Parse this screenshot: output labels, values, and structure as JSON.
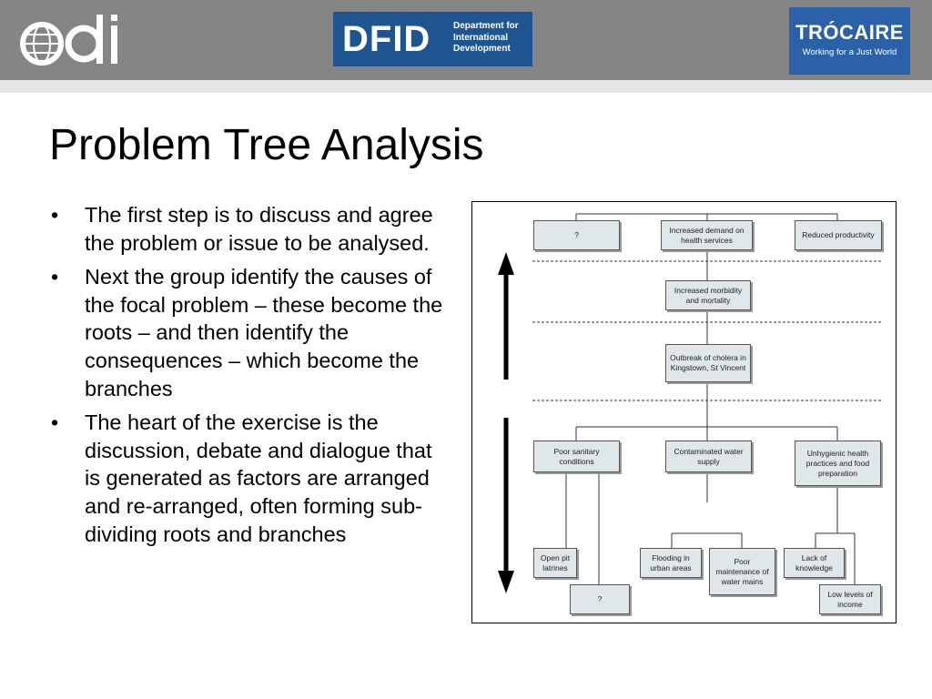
{
  "header": {
    "odi_logo_text": "odi",
    "dfid": {
      "abbr": "DFID",
      "lines": [
        "Department for",
        "International",
        "Development"
      ]
    },
    "trocaire": {
      "name": "TRÓCAIRE",
      "tagline": "Working for a Just World"
    },
    "colors": {
      "header_bg": "#858585",
      "dfid_blue": "#1e5591",
      "trocaire_blue": "#2a61a8"
    }
  },
  "slide": {
    "title": "Problem Tree Analysis",
    "bullets": [
      "The first step is to discuss and agree the problem or issue to be analysed.",
      "Next the group identify the causes of the focal problem – these become the roots – and then identify the consequences – which become the branches",
      "The heart of the exercise is the discussion, debate and dialogue that is generated as factors are arranged and re-arranged, often forming sub-dividing roots and branches"
    ],
    "bullet_symbol": "•"
  },
  "diagram": {
    "effects": [
      "?",
      "Increased demand on health services",
      "Reduced productivity"
    ],
    "effect_mid": "Increased morbidity and mortality",
    "core_problem": "Outbreak of cholera in Kingstown, St Vincent",
    "causes": [
      "Poor sanitary conditions",
      "Contaminated water supply",
      "Unhygienic health practices and food preparation"
    ],
    "sub_causes": {
      "latrines": "Open pit latrines",
      "unknown": "?",
      "flooding": "Flooding in urban areas",
      "water_mains": "Poor maintenance of water mains",
      "knowledge": "Lack of knowledge",
      "income": "Low levels of income"
    }
  }
}
